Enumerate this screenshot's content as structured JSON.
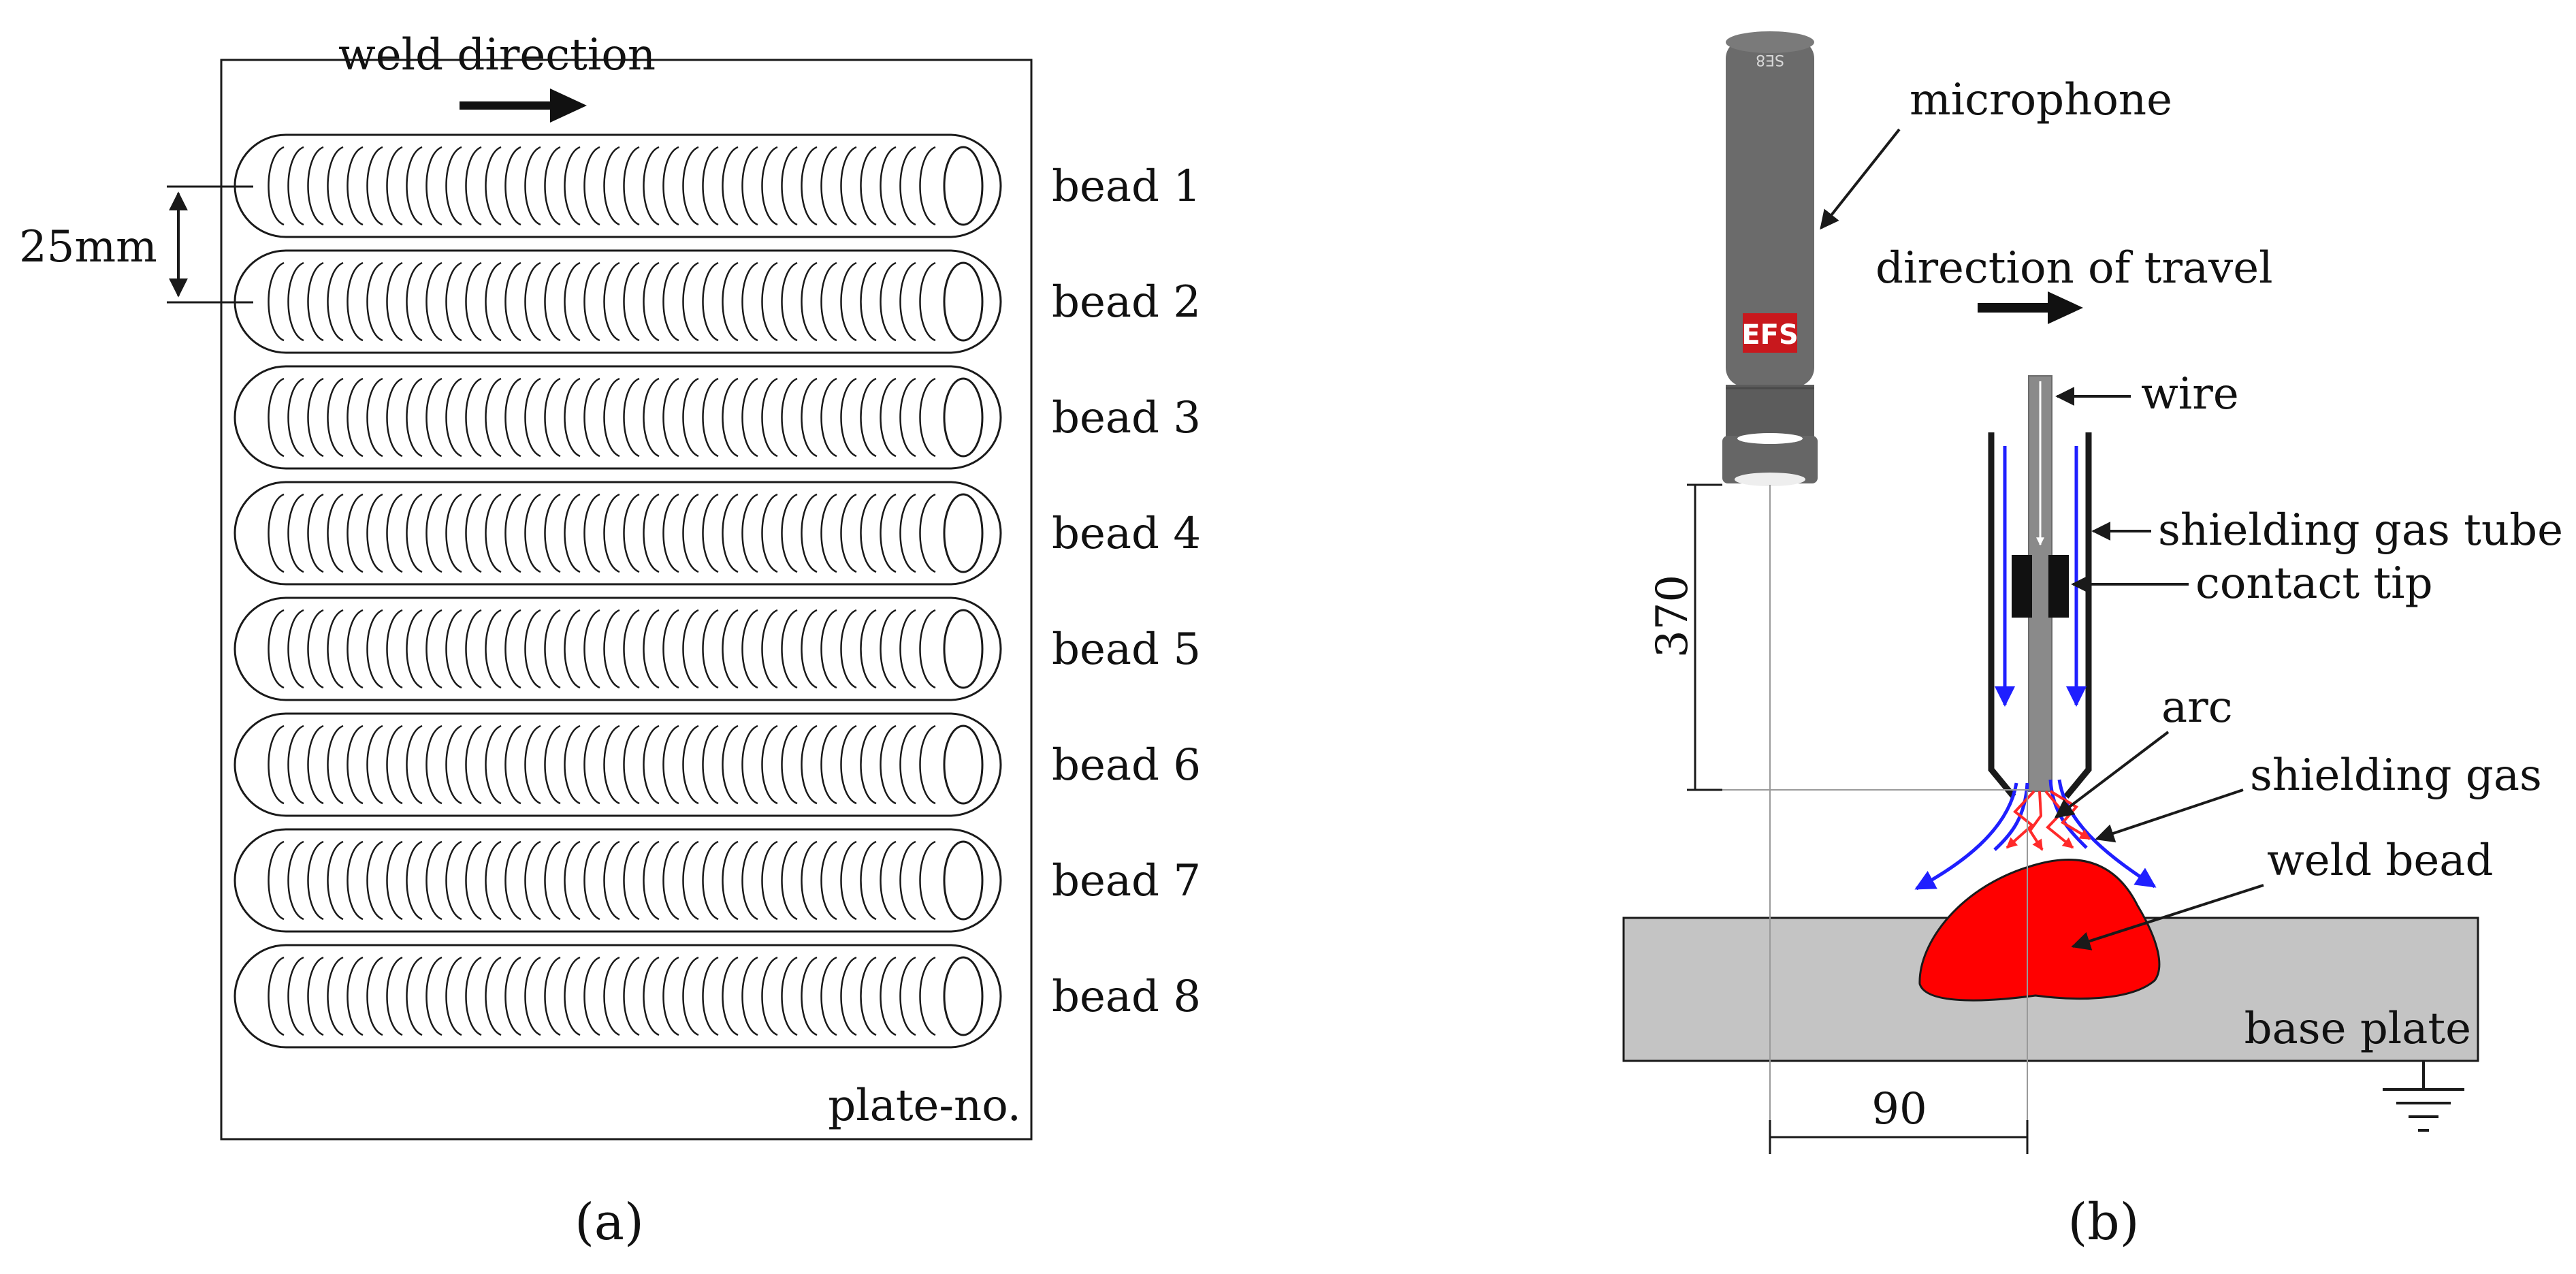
{
  "panel_a": {
    "weld_direction": "weld direction",
    "spacing_label": "25mm",
    "plate_label": "plate-no.",
    "caption": "(a)",
    "beads": [
      "bead 1",
      "bead 2",
      "bead 3",
      "bead 4",
      "bead 5",
      "bead 6",
      "bead 7",
      "bead 8"
    ]
  },
  "panel_b": {
    "direction_of_travel": "direction of travel",
    "microphone": "microphone",
    "microphone_logo": "EFS",
    "microphone_mark": "SE8",
    "wire": "wire",
    "shielding_gas_tube": "shielding gas tube",
    "contact_tip": "contact tip",
    "arc": "arc",
    "shielding_gas": "shielding gas",
    "weld_bead": "weld bead",
    "base_plate": "base plate",
    "height_dim": "370",
    "offset_dim": "90",
    "caption": "(b)"
  },
  "colors": {
    "outline": "#1a1a1a",
    "bead_fill": "#ffffff",
    "microphone": "#6b6b6b",
    "wire": "#8a8a8a",
    "weld_bead": "#ff0000",
    "base_plate": "#c4c4c4",
    "gas_flow": "#1f1fff",
    "arc": "#ff2a2a"
  }
}
